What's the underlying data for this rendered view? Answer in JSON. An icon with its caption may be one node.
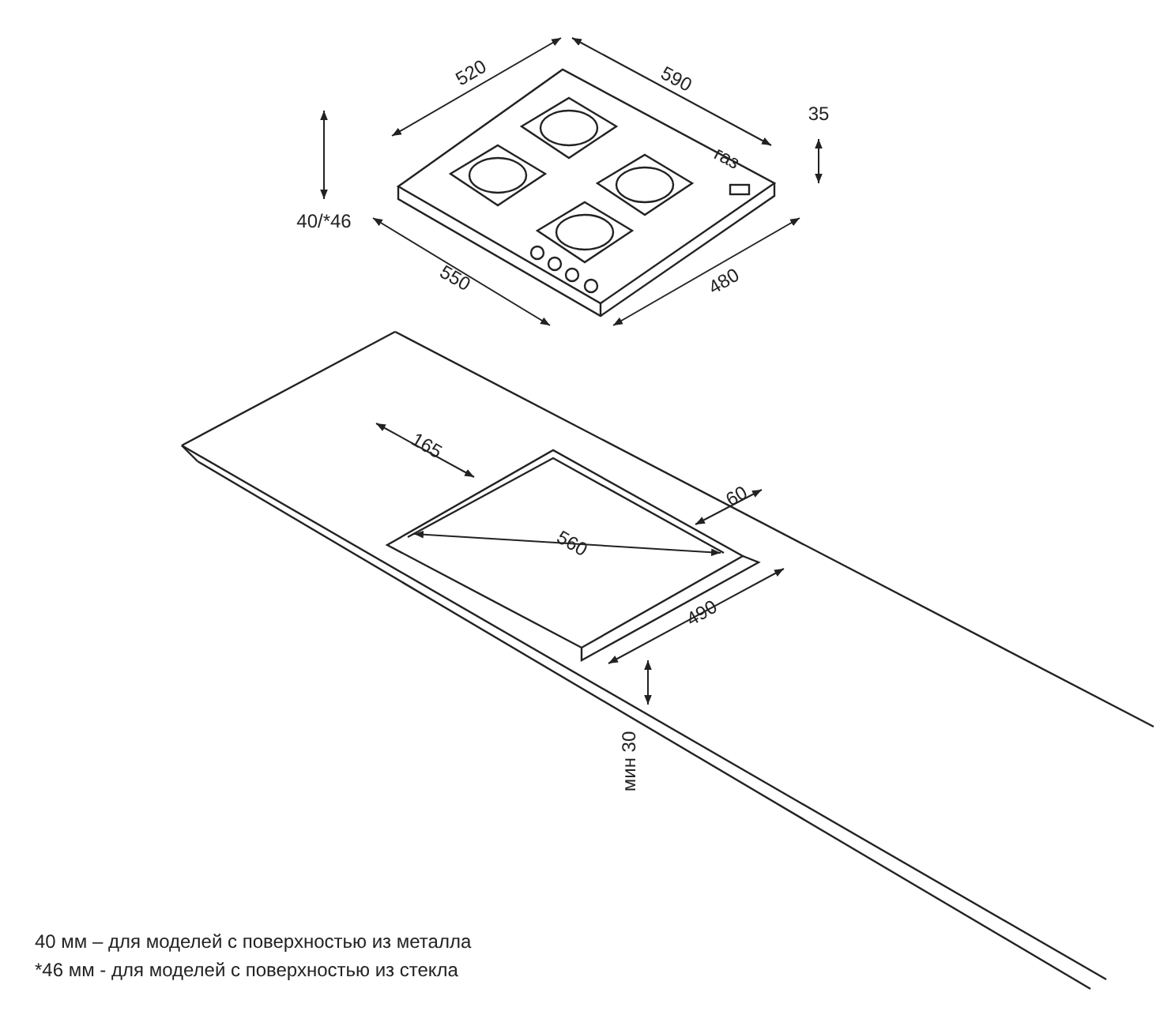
{
  "diagram": {
    "labels": [
      "520",
      "590",
      "35",
      "газ",
      "40/*46",
      "550",
      "480",
      "165",
      "60",
      "560",
      "490",
      "мин 30",
      "40 мм – для моделей с поверхностью  из металла",
      "*46 мм - для моделей с поверхностью  из стекла"
    ]
  }
}
